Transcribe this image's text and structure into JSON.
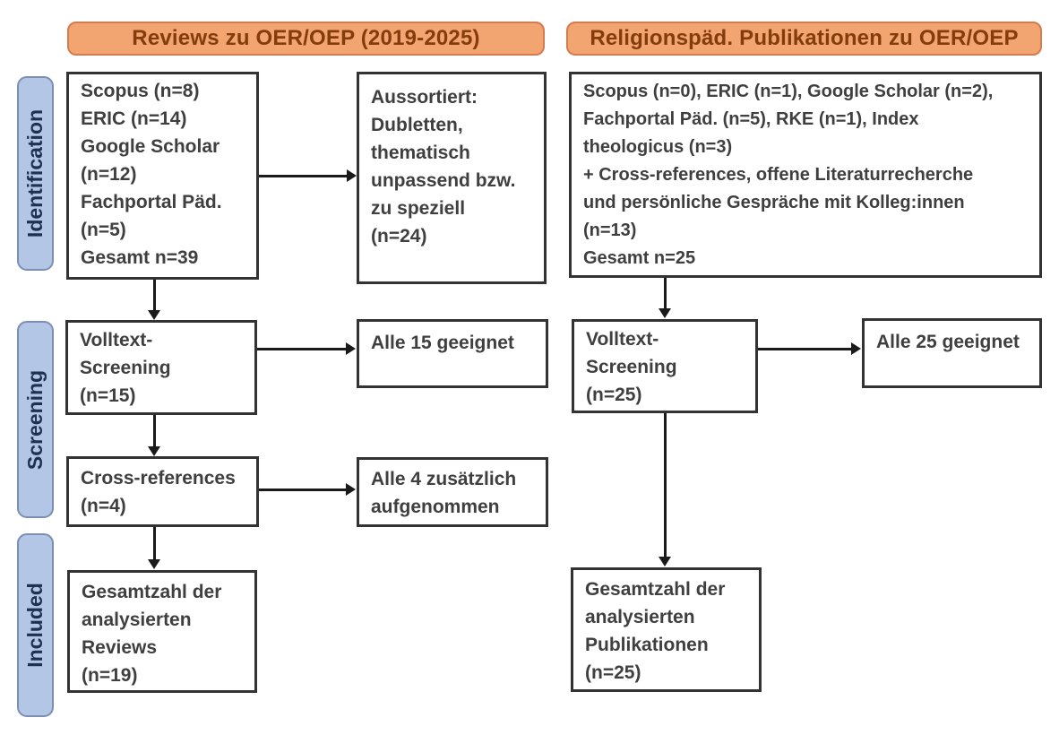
{
  "diagram": {
    "stages": [
      "Identification",
      "Screening",
      "Included"
    ],
    "columns": [
      {
        "header": "Reviews zu OER/OEP (2019-2025)",
        "identification_box": {
          "lines": [
            "Scopus (n=8)",
            "ERIC (n=14)",
            "Google Scholar",
            "(n=12)",
            "Fachportal Päd.",
            "(n=5)",
            "Gesamt n=39"
          ]
        },
        "excluded_box": {
          "lines": [
            "Aussortiert:",
            "Dubletten,",
            "thematisch",
            "unpassend bzw.",
            "zu speziell",
            "(n=24)"
          ]
        },
        "screening_box": {
          "lines": [
            "Volltext-",
            "Screening",
            "(n=15)"
          ]
        },
        "screening_result_box": {
          "lines": [
            "Alle 15 geeignet"
          ]
        },
        "crossref_box": {
          "lines": [
            "Cross-references",
            "(n=4)"
          ]
        },
        "crossref_result_box": {
          "lines": [
            "Alle 4 zusätzlich",
            "aufgenommen"
          ]
        },
        "included_box": {
          "lines": [
            "Gesamtzahl der",
            "analysierten",
            "Reviews",
            "(n=19)"
          ]
        }
      },
      {
        "header": "Religionspäd. Publikationen zu OER/OEP",
        "identification_box": {
          "lines": [
            "Scopus (n=0), ERIC (n=1), Google Scholar (n=2),",
            "Fachportal Päd. (n=5), RKE (n=1), Index",
            "theologicus (n=3)",
            "+ Cross-references, offene Literaturrecherche",
            "und persönliche Gespräche mit Kolleg:innen",
            "(n=13)",
            "Gesamt n=25"
          ]
        },
        "screening_box": {
          "lines": [
            "Volltext-",
            "Screening",
            "(n=25)"
          ]
        },
        "screening_result_box": {
          "lines": [
            "Alle 25 geeignet"
          ]
        },
        "included_box": {
          "lines": [
            "Gesamtzahl der",
            "analysierten",
            "Publikationen",
            "(n=25)"
          ]
        }
      }
    ],
    "colors": {
      "header_fill": "#F2A471",
      "header_border": "#D27C50",
      "header_text": "#843C0C",
      "stage_fill": "#B3C6E6",
      "stage_border": "#7B8FB3",
      "stage_text": "#1F3152",
      "box_border": "#333333",
      "box_text": "#3F3F3F",
      "arrow": "#1A1A1A"
    }
  }
}
